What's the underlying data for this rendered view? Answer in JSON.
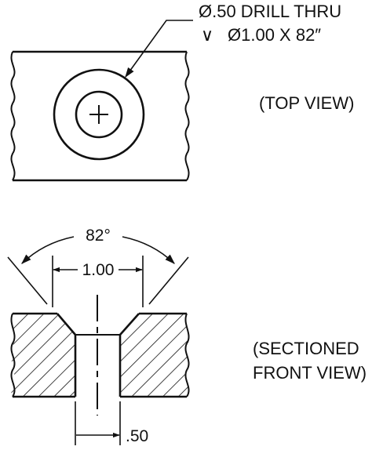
{
  "callout": {
    "line1": "Ø.50 DRILL THRU",
    "line2_symbol": "∨",
    "line2": "Ø1.00 X 82″"
  },
  "views": {
    "top": "(TOP VIEW)",
    "front_line1": "(SECTIONED",
    "front_line2": "FRONT VIEW)"
  },
  "dimensions": {
    "angle": "82°",
    "countersink_diameter": "1.00",
    "hole_diameter": ".50"
  },
  "colors": {
    "ink": "#111111",
    "background": "#ffffff"
  }
}
